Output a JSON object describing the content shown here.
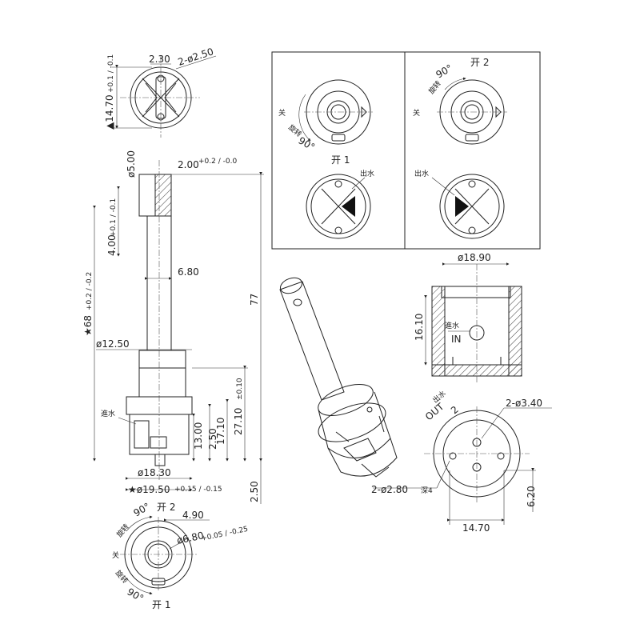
{
  "top_view": {
    "d_2_30": "2.30",
    "d_hole": "2-ø2.50",
    "d_width": "▲14.70",
    "d_width_tol": "+0.1 / -0.1"
  },
  "side_view": {
    "d_stem_tip": "ø5.00",
    "d_flat": "2.00",
    "d_flat_tol": "+0.2 / -0.0",
    "d_stem_len": "4.00",
    "d_stem_len_tol": "+0.1 / -0.1",
    "d_stem": "6.80",
    "d_total": "77",
    "d_main": "★68",
    "d_main_tol": "+0.2 / -0.2",
    "d_collar": "ø12.50",
    "d_27": "27.10",
    "d_27_tol": "±0.10",
    "d_17": "17.10",
    "d_13": "13.00",
    "d_2_50a": "2.50",
    "d_2_50b": "2.50",
    "d_body": "ø18.30",
    "d_base": "★ø19.50",
    "d_base_tol": "+0.15 / -0.15",
    "lbl_inlet": "進水"
  },
  "bottom_view": {
    "lbl_90a": "90°",
    "lbl_open2": "开 2",
    "d_4_90": "4.90",
    "d_bore": "ø6.80",
    "d_bore_tol": "+0.05 / -0.25",
    "lbl_close": "关",
    "lbl_90b": "90°",
    "lbl_open1": "开 1",
    "lbl_turn_a": "旋转",
    "lbl_turn_b": "旋转"
  },
  "panel": {
    "left_close": "关",
    "left_turn": "旋转",
    "left_90": "90°",
    "left_open": "开 1",
    "left_outlet": "出水",
    "right_open": "开 2",
    "right_turn": "旋转",
    "right_90": "90°",
    "right_close": "关",
    "right_outlet": "出水"
  },
  "section_view": {
    "d_dia": "ø18.90",
    "d_height": "16.10",
    "lbl_in": "IN",
    "lbl_inlet_cn": "進水"
  },
  "base_view": {
    "lbl_out": "OUT",
    "lbl_outlet_cn": "出水",
    "lbl_2": "2",
    "d_holes_a": "2-ø3.40",
    "d_holes_b": "2-ø2.80",
    "lbl_depth": "深4",
    "d_620": "6.20",
    "d_1470": "14.70"
  }
}
